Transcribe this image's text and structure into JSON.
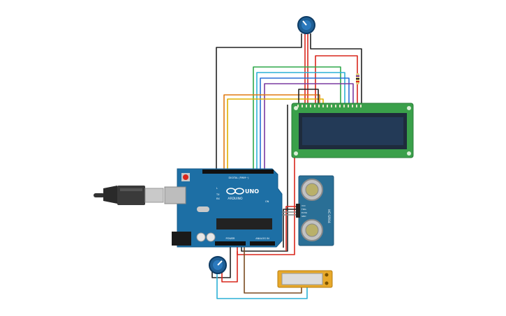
{
  "circuit": {
    "arduino": {
      "brand_text": "ARDUINO",
      "model_text": "UNO",
      "header_digital_label": "DIGITAL (PWM~)",
      "header_power_label": "POWER",
      "header_analog_label": "ANALOG IN",
      "led_labels": [
        "L",
        "TX",
        "RX"
      ],
      "on_label": "ON"
    },
    "ultrasonic": {
      "model_text": "HC-SR04",
      "pin_labels": [
        "VCC",
        "TRIG",
        "ECHO",
        "GND"
      ]
    },
    "colors": {
      "board": "#1d6fa5",
      "lcd_pcb": "#3aa04a",
      "lcd_screen": "#233a57",
      "sensor_pcb": "#2a6f96",
      "wire_red": "#d9261c",
      "wire_black": "#222222",
      "wire_green": "#2fa84a",
      "wire_cyan": "#2bb0d6",
      "wire_blue": "#2a6fd6",
      "wire_purple": "#7a3aa0",
      "wire_yellow": "#e0b000",
      "wire_orange": "#e07a10",
      "wire_brown": "#7a4a20",
      "potentiometer": "#1f5f95",
      "piezo": "#e8a92a"
    }
  }
}
